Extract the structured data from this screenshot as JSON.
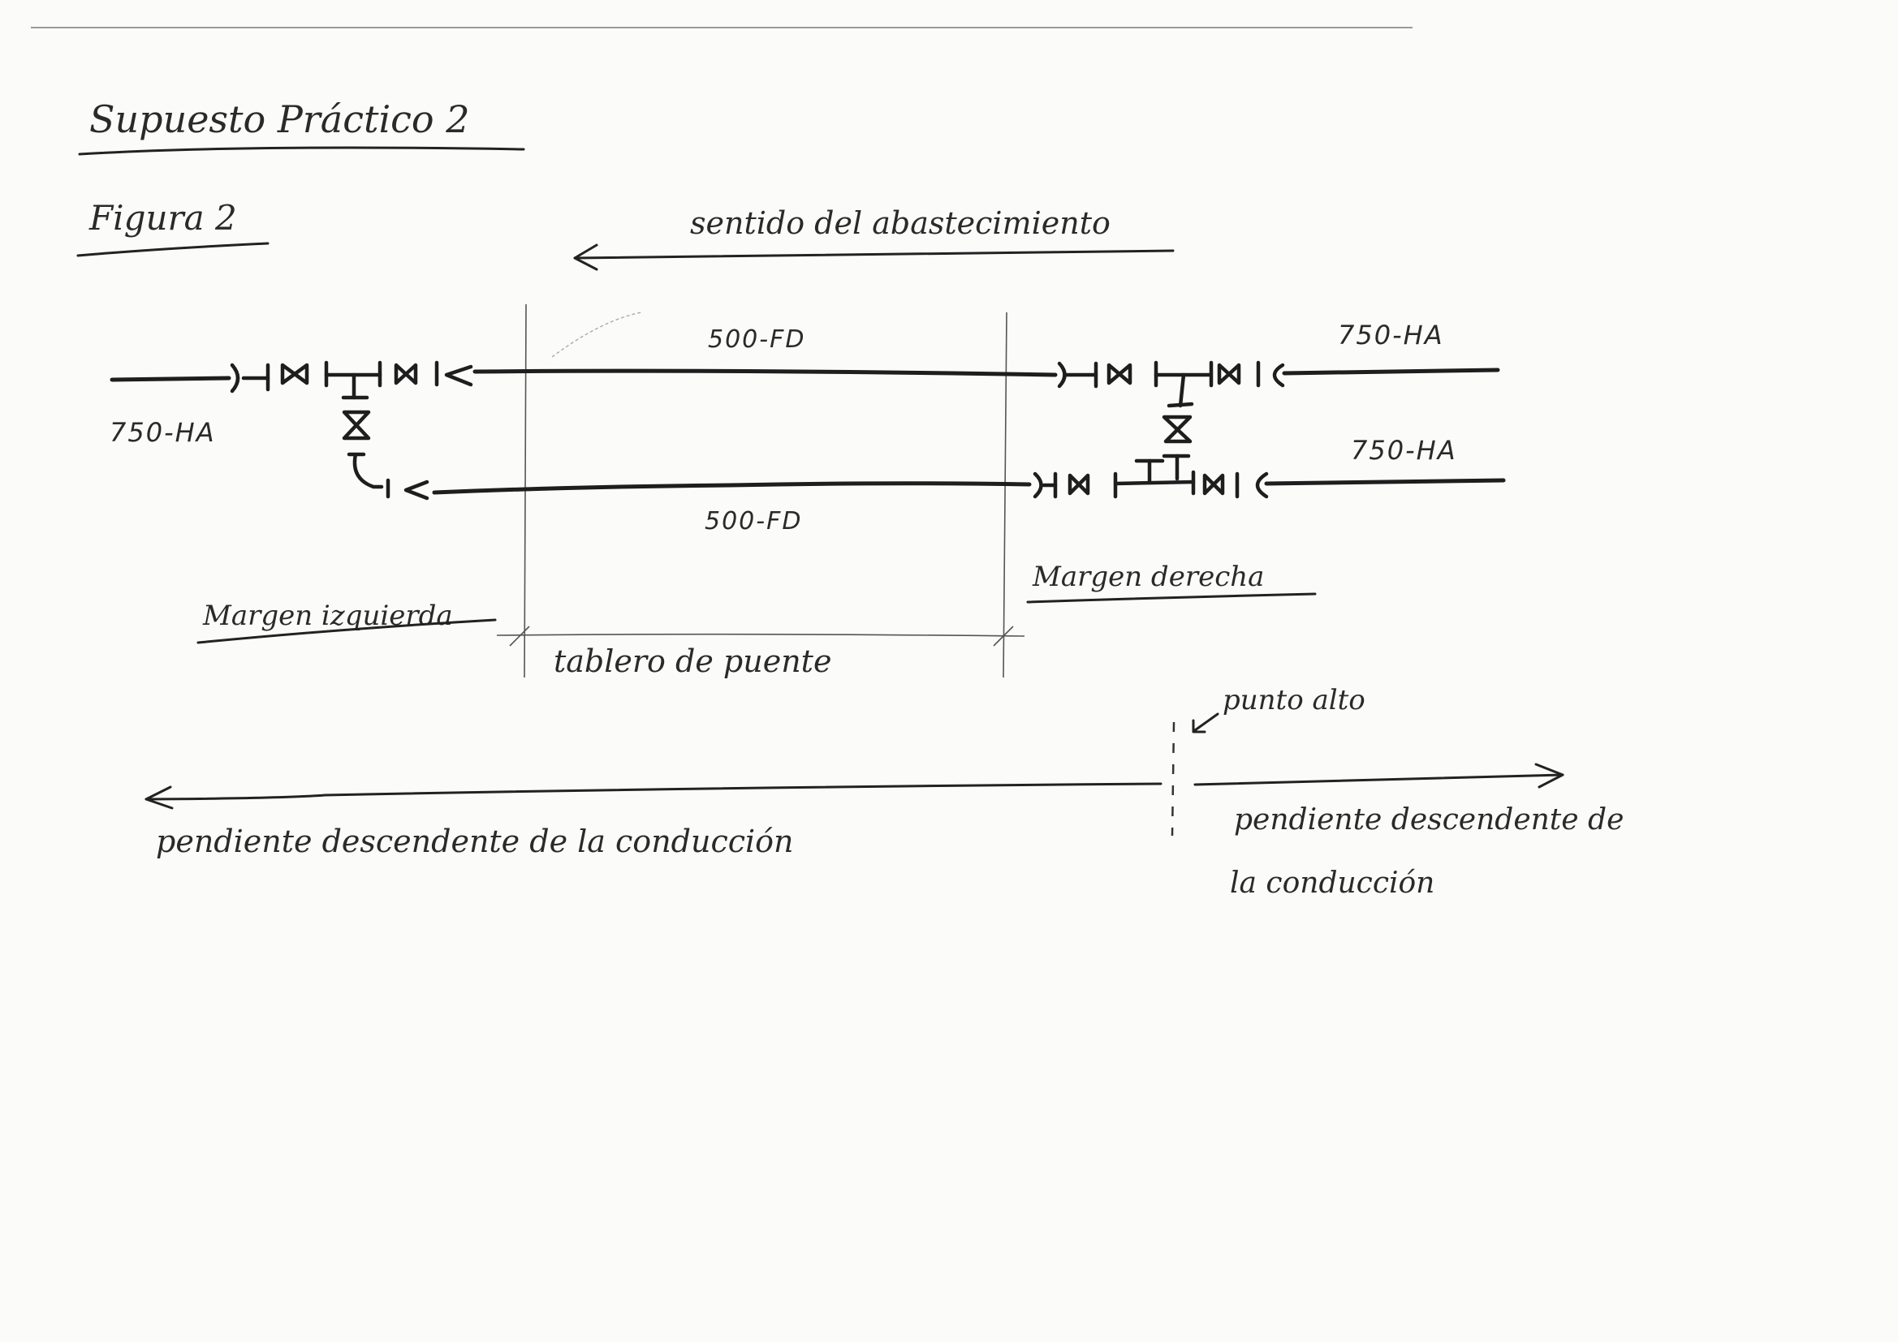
{
  "document": {
    "title": "Supuesto Práctico 2",
    "figure_label": "Figura 2"
  },
  "diagram": {
    "flow_direction_label": "sentido del abastecimiento",
    "pipes": {
      "left_inlet": "750-HA",
      "bridge_upper": "500-FD",
      "bridge_lower": "500-FD",
      "right_upper": "750-HA",
      "right_lower": "750-HA"
    },
    "banks": {
      "left": "Margen izquierda",
      "right": "Margen derecha"
    },
    "bridge_deck_label": "tablero de puente",
    "high_point_label": "punto alto",
    "slope_left_label": "pendiente descendente de la conducción",
    "slope_right_line1": "pendiente descendente de",
    "slope_right_line2": "la conducción"
  }
}
